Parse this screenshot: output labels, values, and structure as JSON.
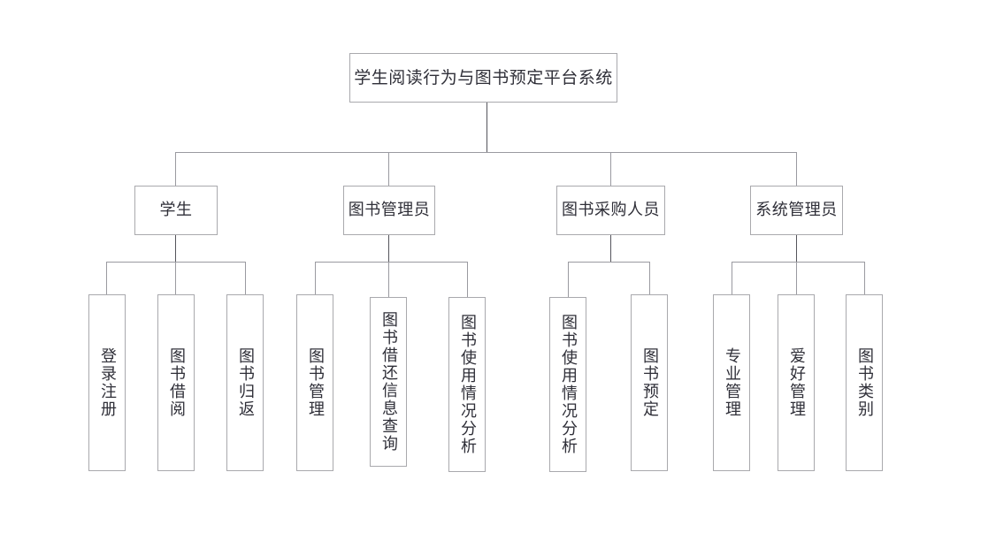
{
  "diagram": {
    "title": "学生阅读行为与图书预定平台系统",
    "type": "system-function-structure-tree",
    "line_color": "#9a9aa0",
    "trunk_color": "#55555c",
    "text_color": "#2f2f38",
    "background": "#ffffff"
  },
  "root": {
    "label": "学生阅读行为与图书预定平台系统"
  },
  "roles": [
    {
      "label": "学生"
    },
    {
      "label": "图书管理员"
    },
    {
      "label": "图书采购人员"
    },
    {
      "label": "系统管理员"
    }
  ],
  "leaves": {
    "student": [
      {
        "label": "登录注册"
      },
      {
        "label": "图书借阅"
      },
      {
        "label": "图书归返"
      }
    ],
    "librarian": [
      {
        "label": "图书管理"
      },
      {
        "label": "图书借还信息查询"
      },
      {
        "label": "图书使用情况分析"
      }
    ],
    "purchaser": [
      {
        "label": "图书使用情况分析"
      },
      {
        "label": "图书预定"
      }
    ],
    "admin": [
      {
        "label": "专业管理"
      },
      {
        "label": "爱好管理"
      },
      {
        "label": "图书类别"
      }
    ]
  }
}
